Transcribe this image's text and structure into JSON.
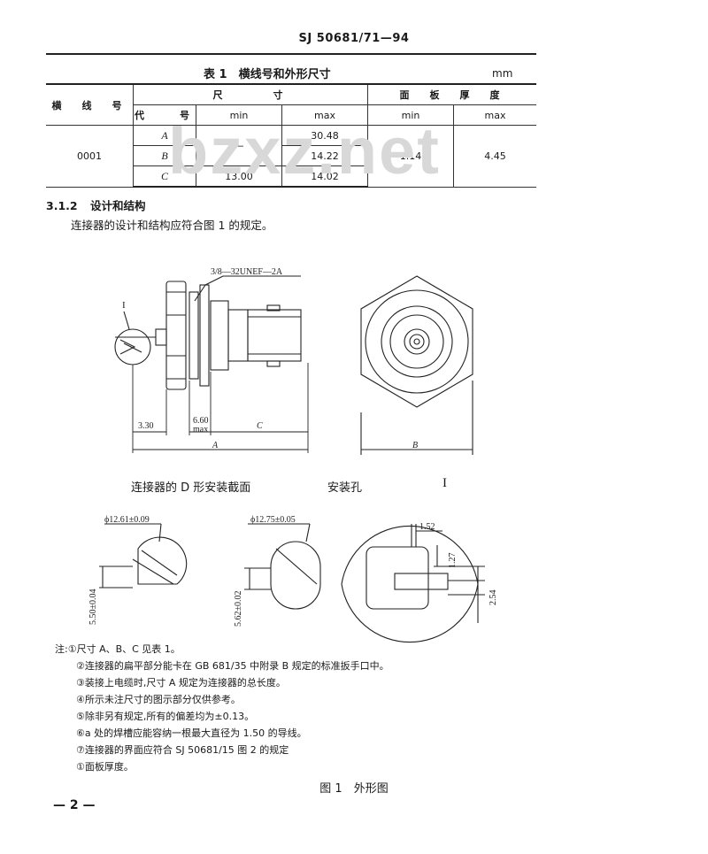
{
  "header": {
    "standard_number": "SJ 50681/71—94"
  },
  "table": {
    "caption": "表 1　横线号和外形尺寸",
    "unit": "mm",
    "col_line_no": "横　线　号",
    "col_dimension": "尺　　　寸",
    "col_panel": "面　板　厚　度",
    "col_code": "代　　号",
    "min": "min",
    "max": "max",
    "line_no": "0001",
    "rows": [
      {
        "code": "A",
        "min": "—",
        "max": "30.48"
      },
      {
        "code": "B",
        "min": "",
        "max": "14.22"
      },
      {
        "code": "C",
        "min": "13.00",
        "max": "14.02"
      }
    ],
    "panel_min": "1.14",
    "panel_max": "4.45"
  },
  "watermark": "bzxz.net",
  "section": {
    "number": "3.1.2",
    "title": "设计和结构"
  },
  "paragraph": "连接器的设计和结构应符合图 1 的规定。",
  "figure": {
    "thread_label": "3/8—32UNEF—2A",
    "detail_label": "I",
    "dim_330": "3.30",
    "dim_660": "6.60",
    "dim_max": "max",
    "dim_C": "C",
    "dim_A": "A",
    "dim_B": "B",
    "caption_left": "连接器的 D 形安装截面",
    "caption_mid": "安装孔",
    "caption_right": "I",
    "hole1_dia": "ϕ12.61±0.09",
    "hole1_flat": "5.50±0.04",
    "hole2_dia": "ϕ12.75±0.05",
    "hole2_flat": "5.62±0.02",
    "detail_152": "1.52",
    "detail_127": "1.27",
    "detail_254": "2.54"
  },
  "notes": [
    "注:①尺寸 A、B、C 见表 1。",
    "②连接器的扁平部分能卡在 GB 681/35 中附录 B 规定的标准扳手口中。",
    "③装接上电缆时,尺寸 A 规定为连接器的总长度。",
    "④所示未注尺寸的图示部分仅供参考。",
    "⑤除非另有规定,所有的偏差均为±0.13。",
    "⑥a 处的焊槽应能容纳一根最大直径为 1.50 的导线。",
    "⑦连接器的界面应符合 SJ 50681/15 图 2 的规定",
    "①面板厚度。"
  ],
  "figure_caption": "图 1　外形图",
  "page_number": "— 2 —"
}
